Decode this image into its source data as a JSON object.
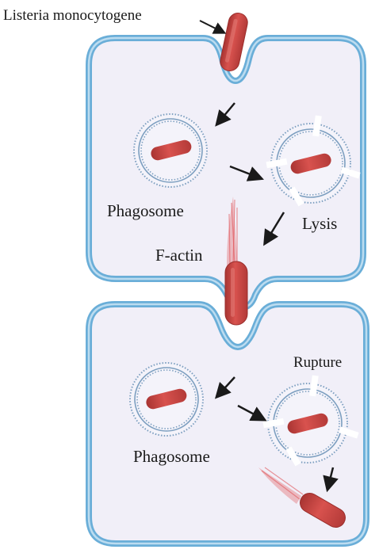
{
  "labels": {
    "bacterium_name": "Listeria monocytogene",
    "phagosome_top": "Phagosome",
    "lysis": "Lysis",
    "f_actin": "F-actin",
    "rupture": "Rupture",
    "phagosome_bottom": "Phagosome"
  },
  "colors": {
    "cell_membrane": "#6aaed8",
    "cell_membrane_inner": "#bcdcf0",
    "cytoplasm": "#f1eff8",
    "bacterium": "#c9413f",
    "bacterium_highlight": "#e27a74",
    "vesicle_membrane": "#7d9fc0",
    "actin_tail": "#e0555a",
    "arrow": "#1a1a1a"
  }
}
